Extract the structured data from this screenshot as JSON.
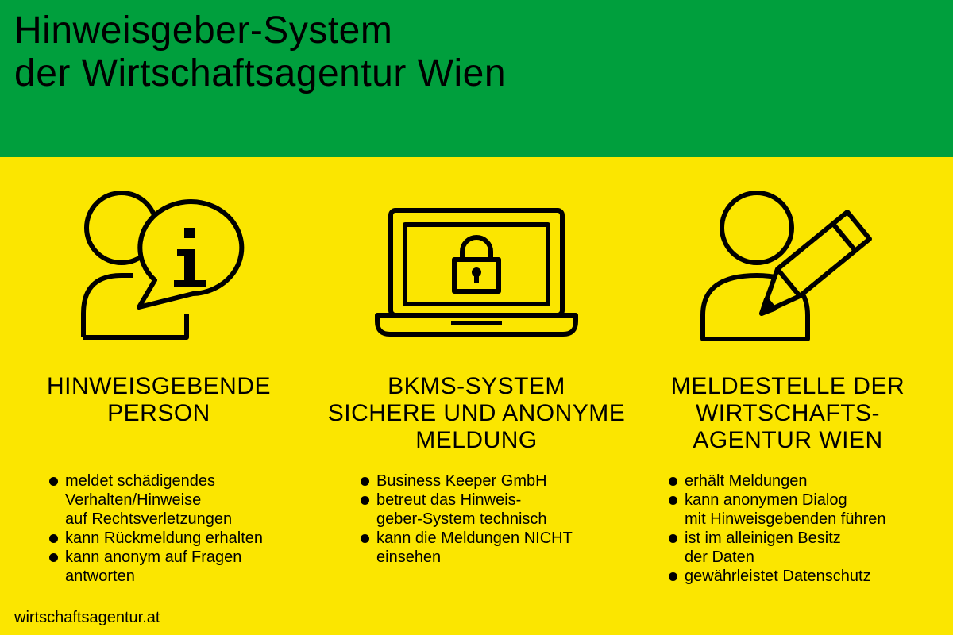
{
  "header": {
    "title_line1": "Hinweisgeber-System",
    "title_line2": "der Wirtschaftsagentur Wien",
    "bg_color": "#009f3d"
  },
  "background_color": "#fbe600",
  "columns": [
    {
      "icon": "person-info-icon",
      "heading": [
        "HINWEISGEBENDE",
        "PERSON"
      ],
      "bullets": [
        [
          "meldet schädigendes",
          "Verhalten/Hinweise",
          "auf Rechtsverletzungen"
        ],
        [
          "kann Rückmeldung erhalten"
        ],
        [
          "kann anonym auf Fragen",
          "antworten"
        ]
      ]
    },
    {
      "icon": "laptop-lock-icon",
      "heading": [
        "BKMS-SYSTEM",
        "SICHERE UND ANONYME",
        "MELDUNG"
      ],
      "bullets": [
        [
          "Business Keeper GmbH"
        ],
        [
          "betreut das Hinweis-",
          "geber-System technisch"
        ],
        [
          "kann die Meldungen NICHT",
          "einsehen"
        ]
      ]
    },
    {
      "icon": "person-pencil-icon",
      "heading": [
        "MELDESTELLE DER",
        "WIRTSCHAFTS-",
        "AGENTUR WIEN"
      ],
      "bullets": [
        [
          "erhält Meldungen"
        ],
        [
          "kann anonymen Dialog",
          "mit Hinweisgebenden führen"
        ],
        [
          "ist im alleinigen Besitz",
          "der Daten"
        ],
        [
          "gewährleistet Datenschutz"
        ]
      ]
    }
  ],
  "footer": {
    "url": "wirtschaftsagentur.at"
  }
}
